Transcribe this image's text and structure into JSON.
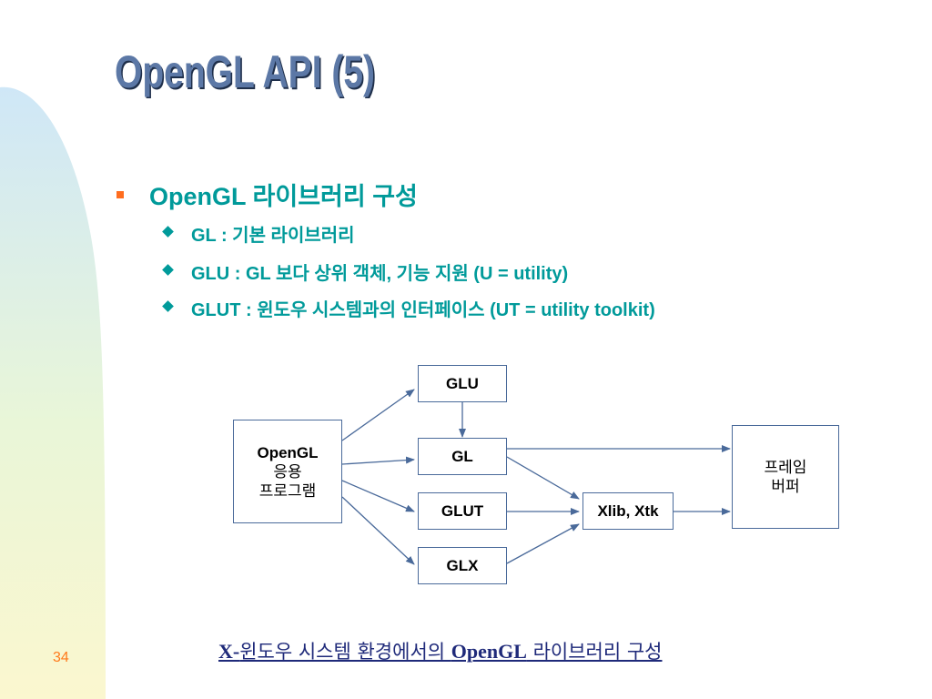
{
  "slide": {
    "title": "OpenGL API (5)",
    "page_number": "34",
    "colors": {
      "title": "#5c78a6",
      "body_text": "#009a9a",
      "bullet_marker": "#ff6d1f",
      "caption": "#1f2a7a"
    }
  },
  "bullets": {
    "main": "OpenGL 라이브러리 구성",
    "items": [
      {
        "label": "GL : 기본 라이브러리"
      },
      {
        "label": "GLU : GL 보다 상위 객체, 기능 지원 (U = utility)"
      },
      {
        "label": "GLUT : 윈도우 시스템과의 인터페이스 (UT = utility toolkit)"
      }
    ]
  },
  "diagram": {
    "app_box": [
      "OpenGL",
      "응용",
      "프로그램"
    ],
    "glu": "GLU",
    "gl": "GL",
    "glut": "GLUT",
    "glx": "GLX",
    "xlib": "Xlib, Xtk",
    "framebuffer": [
      "프레임",
      "버퍼"
    ]
  },
  "caption": {
    "prefix": "X-",
    "part1": "윈도우 시스템 환경에서의 ",
    "brand": "OpenGL",
    "part2": " 라이브러리 구성"
  }
}
